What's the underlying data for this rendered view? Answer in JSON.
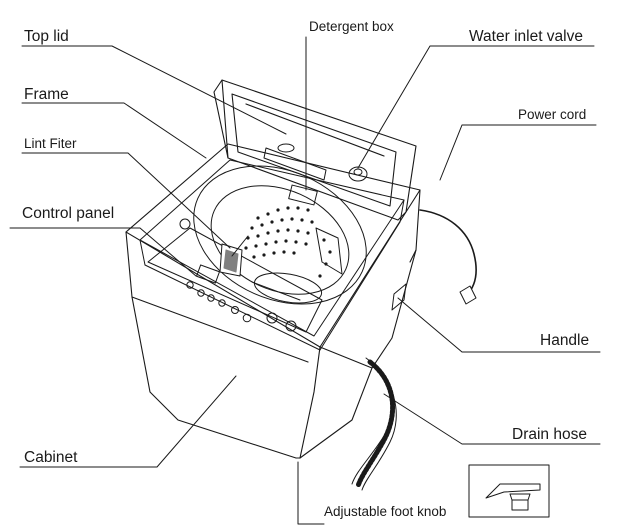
{
  "labels": {
    "top_lid": "Top lid",
    "frame": "Frame",
    "lint_filter": "Lint Fiter",
    "control_panel": "Control panel",
    "cabinet": "Cabinet",
    "detergent_box": "Detergent box",
    "water_inlet_valve": "Water inlet valve",
    "power_cord": "Power cord",
    "handle": "Handle",
    "drain_hose": "Drain hose",
    "adjustable_foot_knob": "Adjustable foot knob"
  },
  "colors": {
    "line": "#1a1a1a",
    "background": "#ffffff"
  }
}
